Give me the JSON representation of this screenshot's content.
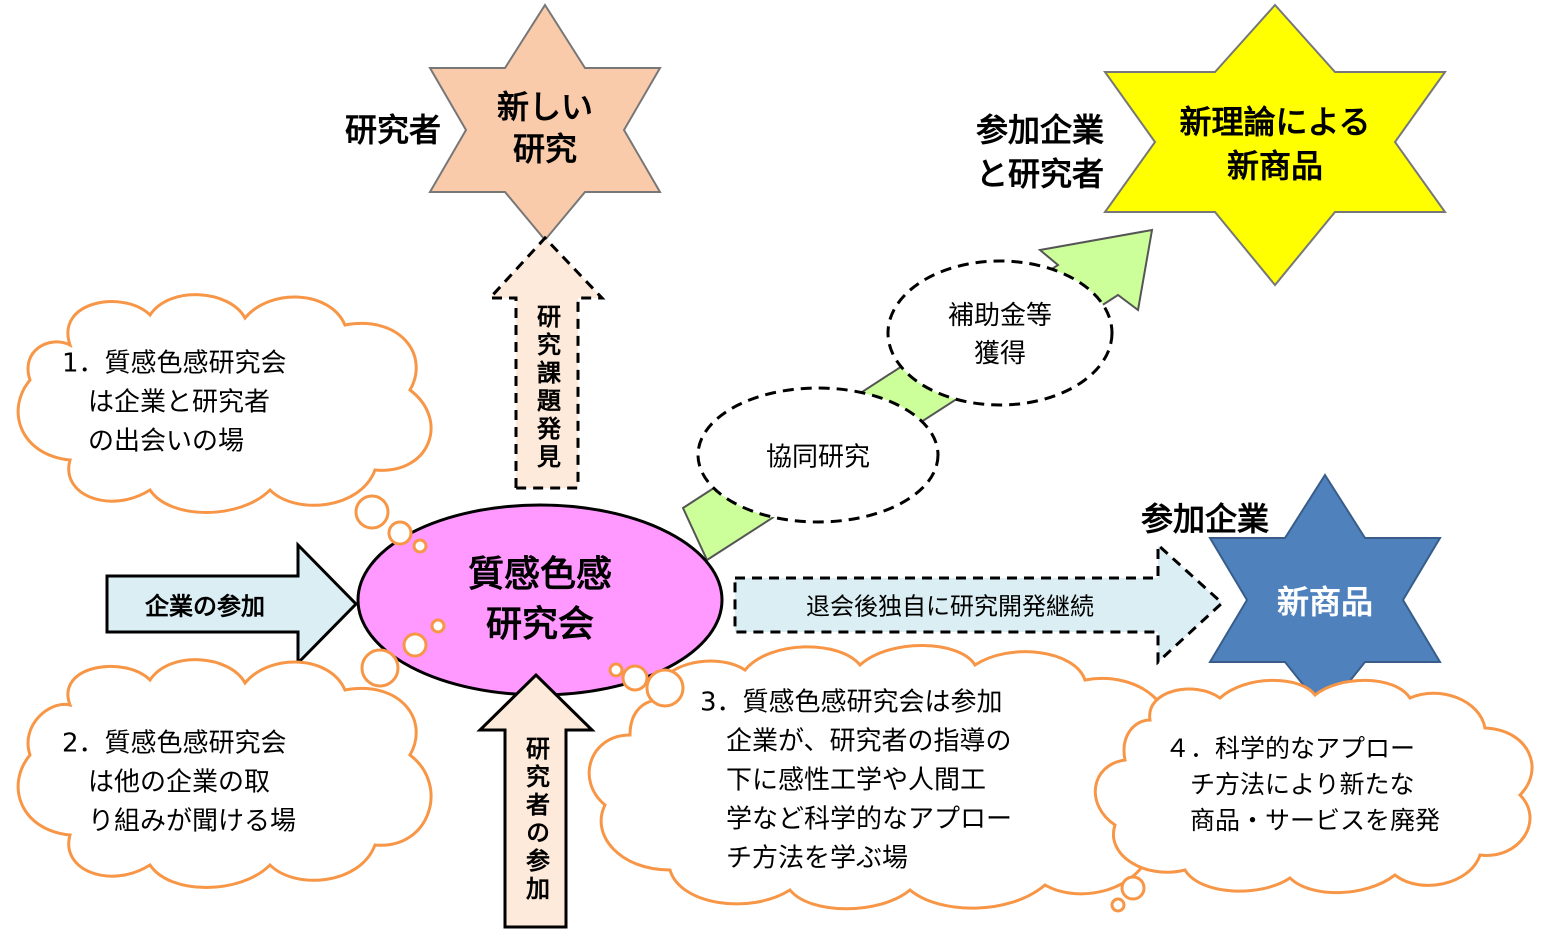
{
  "stars": {
    "new_research": "新しい\n研究",
    "new_theory_product": "新理論による\n新商品",
    "new_product": "新商品"
  },
  "labels": {
    "researcher": "研究者",
    "companies_and_researchers": "参加企業\nと研究者",
    "participating_companies": "参加企業"
  },
  "center": {
    "title": "質感色感\n研究会"
  },
  "arrows": {
    "company_participation": "企業の参加",
    "issue_discovery": "研究課題発見",
    "researcher_participation": "研究者の参加",
    "independent_rd": "退会後独自に研究開発継続"
  },
  "steps": {
    "joint_research": "協同研究",
    "subsidy": "補助金等\n獲得"
  },
  "clouds": {
    "c1": "1．質感色感研究会\n　は企業と研究者\n　の出会いの場",
    "c2": "2．質感色感研究会\n　は他の企業の取\n　り組みが聞ける場",
    "c3": "3．質感色感研究会は参加\n　企業が、研究者の指導の\n　下に感性工学や人間工\n　学など科学的なアプロー\n　チ方法を学ぶ場",
    "c4": "４．科学的なアプロー\n　チ方法により新たな\n　商品・サービスを廃発"
  },
  "colors": {
    "peach_star": "#F9CBAB",
    "yellow_star": "#FFFF00",
    "blue_star": "#4F81BD",
    "center_oval": "#FF99FF",
    "arrow_fill": "#DAEEF3",
    "arrow_pink": "#FDEADA",
    "green_arrow": "#CCFF99",
    "cloud_stroke": "#F79646"
  }
}
